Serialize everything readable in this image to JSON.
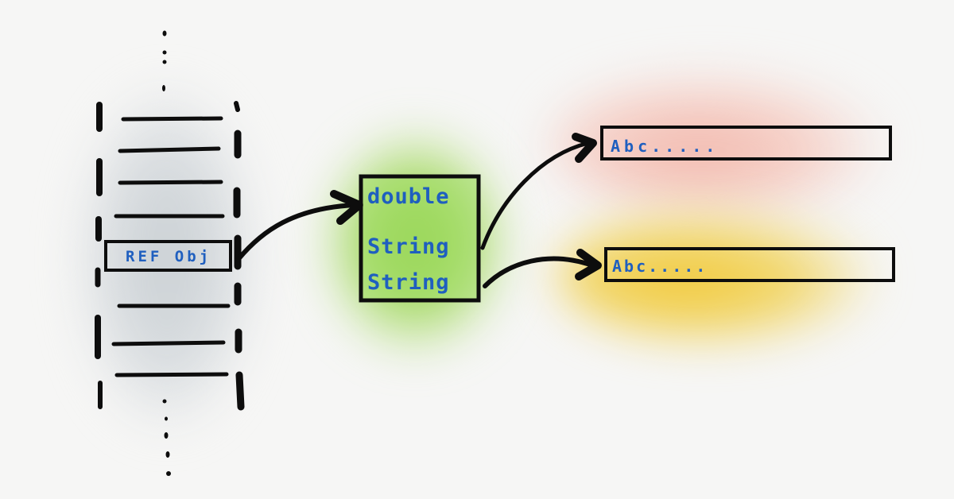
{
  "diagram": {
    "type": "memory-reference-sketch",
    "stack": {
      "ellipsis_top": "⋮",
      "ellipsis_bottom": "⋮",
      "slot_count_above": 4,
      "slot_count_below": 3,
      "reference_slot_label": "REF Obj"
    },
    "heap_object": {
      "fields": [
        "double",
        "String",
        "String"
      ],
      "color": "#9bd45a"
    },
    "string_objects": [
      {
        "label": "Abc.....",
        "color": "#f3c3b8"
      },
      {
        "label": "Abc.....",
        "color": "#f2cc3c"
      }
    ],
    "edges": [
      {
        "from": "REF Obj",
        "to": "heap_object"
      },
      {
        "from": "heap_object.String[0]",
        "to": "string_objects[0]"
      },
      {
        "from": "heap_object.String[1]",
        "to": "string_objects[1]"
      }
    ],
    "colors": {
      "ink": "#0d0d0d",
      "text": "#1f5fbf",
      "stack_shadow": "#cfd4d8"
    }
  }
}
